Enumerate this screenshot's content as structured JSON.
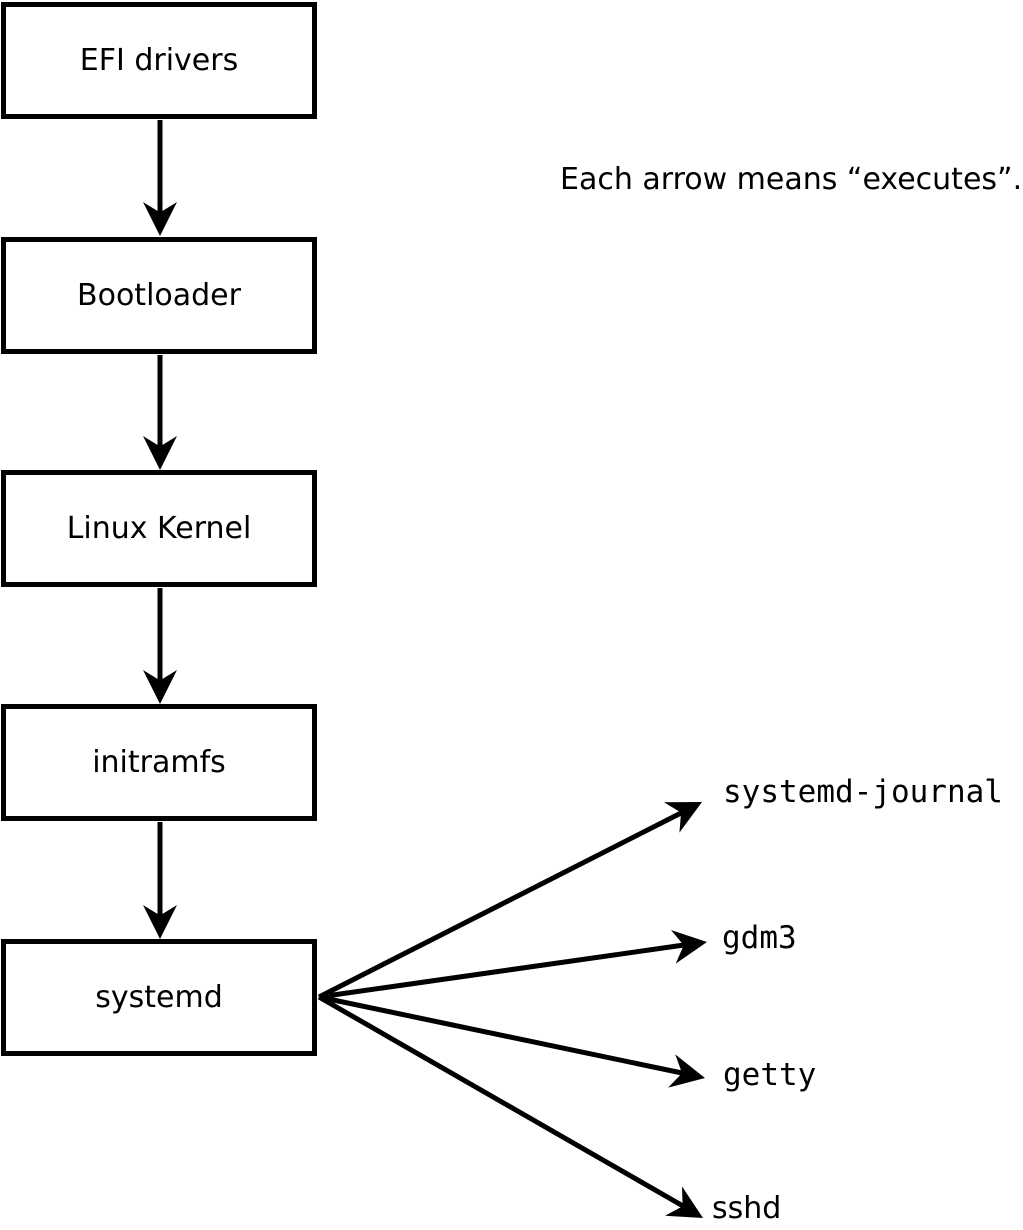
{
  "diagram": {
    "annotation": "Each arrow means “executes”.",
    "nodes": [
      {
        "id": "efi-drivers",
        "label": "EFI drivers"
      },
      {
        "id": "bootloader",
        "label": "Bootloader"
      },
      {
        "id": "linux-kernel",
        "label": "Linux Kernel"
      },
      {
        "id": "initramfs",
        "label": "initramfs"
      },
      {
        "id": "systemd",
        "label": "systemd"
      }
    ],
    "targets": [
      {
        "id": "systemd-journal",
        "label": "systemd-journal"
      },
      {
        "id": "gdm3",
        "label": "gdm3"
      },
      {
        "id": "getty",
        "label": "getty"
      },
      {
        "id": "sshd",
        "label": "sshd"
      }
    ],
    "edges": [
      {
        "from": "EFI drivers",
        "to": "Bootloader"
      },
      {
        "from": "Bootloader",
        "to": "Linux Kernel"
      },
      {
        "from": "Linux Kernel",
        "to": "initramfs"
      },
      {
        "from": "initramfs",
        "to": "systemd"
      },
      {
        "from": "systemd",
        "to": "systemd-journal"
      },
      {
        "from": "systemd",
        "to": "gdm3"
      },
      {
        "from": "systemd",
        "to": "getty"
      },
      {
        "from": "systemd",
        "to": "sshd"
      }
    ],
    "colors": {
      "stroke": "#000000",
      "fill": "#ffffff"
    }
  }
}
